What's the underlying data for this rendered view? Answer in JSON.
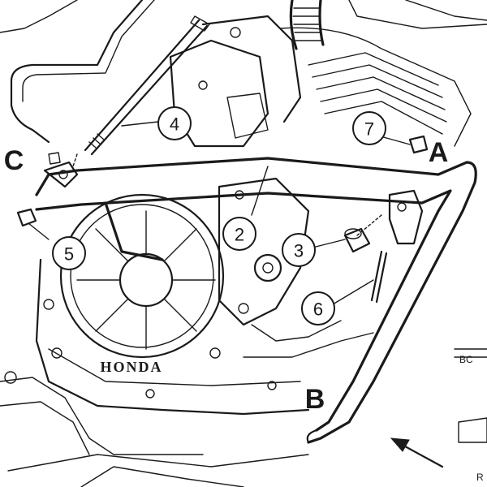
{
  "diagram": {
    "brand_text": "HONDA",
    "point_labels": [
      "A",
      "B",
      "C"
    ],
    "callouts": [
      "2",
      "3",
      "4",
      "5",
      "6",
      "7"
    ],
    "edge_labels": [
      "BC",
      "R"
    ]
  }
}
